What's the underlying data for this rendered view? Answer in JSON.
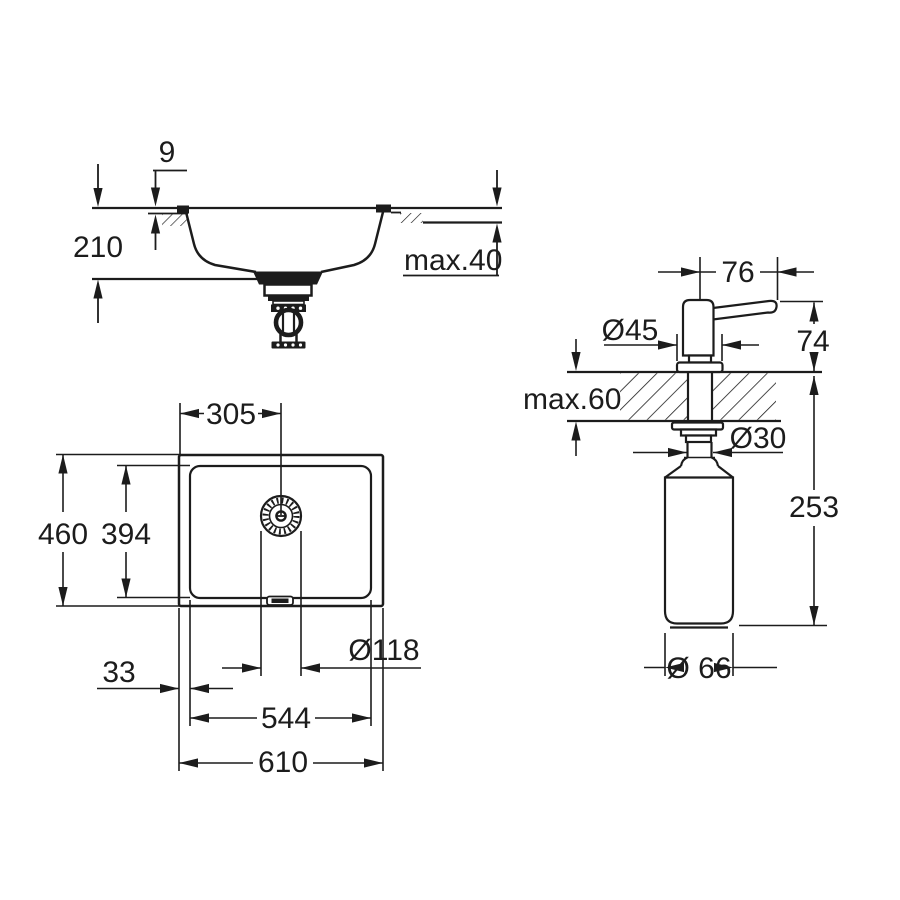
{
  "page": {
    "background": "#ffffff",
    "line_color": "#1c1c1c"
  },
  "views": {
    "sink_section": {
      "title": "sink cross section",
      "labels": {
        "rim_height": "9",
        "bowl_depth": "210",
        "counter_thickness": "max.40"
      }
    },
    "sink_plan": {
      "title": "sink top view",
      "labels": {
        "drain_offset": "305",
        "outer_depth": "460",
        "bowl_depth": "394",
        "drain_diameter": "Ø118",
        "edge_offset": "33",
        "bowl_width": "544",
        "outer_width": "610"
      }
    },
    "dispenser": {
      "title": "soap dispenser side view",
      "labels": {
        "spout_reach": "76",
        "base_diameter": "Ø45",
        "height_above_deck": "74",
        "deck_thickness": "max.60",
        "shank_diameter": "Ø30",
        "below_deck_height": "253",
        "bottle_diameter": "Ø 66"
      }
    }
  }
}
